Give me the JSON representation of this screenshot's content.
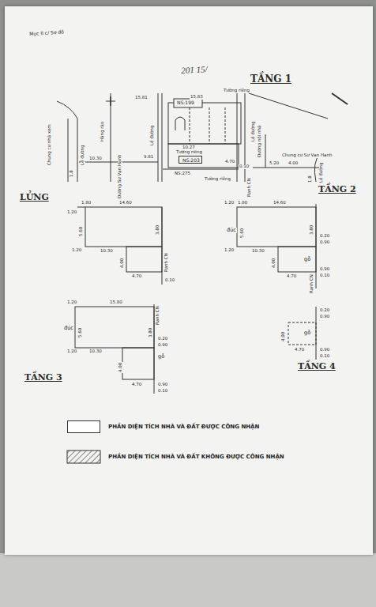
{
  "diagram": {
    "nodes": [
      {
        "text": [
          "NS:203"
        ]
      }
    ],
    "labels": [
      "Mục II c/ Sơ đồ",
      "201 15/",
      "TẦNG 1",
      "Tường riêng",
      "15.83",
      "15.81",
      "NS:199",
      "Tường riêng",
      "10.27",
      "NS:275",
      "Tường riêng",
      "Ranh CN",
      "4.70",
      "0.10",
      "9.81",
      "10.30",
      "Lề đường",
      "Đường Sư Vạn Hạnh",
      "Hàng rào",
      "Chung cư nhà xem",
      "Lề đường",
      "1.8",
      "Lề đường",
      "Đường nội nhà",
      "5.20",
      "4.00",
      "Chung cư Sư Vạn Hạnh",
      "Lề đường",
      "1.8",
      "LỬNG",
      "TẦNG 2",
      "1.80",
      "14.60",
      "1.20",
      "5.60",
      "1.20",
      "10.30",
      "3.80",
      "4.00",
      "4.70",
      "Ranh CN",
      "0.10",
      "1.20",
      "1.80",
      "14.60",
      "đúc",
      "5.60",
      "1.20",
      "10.30",
      "3.80",
      "0.20",
      "0.90",
      "4.00",
      "gỗ",
      "4.70",
      "Ranh CN",
      "0.90",
      "0.10",
      "1.20",
      "15.80",
      "đúc",
      "5.60",
      "1.20",
      "10.30",
      "3.80",
      "Ranh CN",
      "0.20",
      "0.90",
      "gỗ",
      "4.00",
      "4.70",
      "0.90",
      "0.10",
      "TẦNG 3",
      "0.20",
      "0.90",
      "4.00",
      "gỗ",
      "4.70",
      "0.90",
      "0.10",
      "TẦNG 4"
    ],
    "legend": [
      {
        "text": "PHẦN DIỆN TÍCH NHÀ VÀ ĐẤT ĐƯỢC CÔNG NHẬN",
        "color": "#ffffff"
      },
      {
        "text": "PHẦN DIỆN TÍCH NHÀ VÀ ĐẤT KHÔNG ĐƯỢC CÔNG NHẬN"
      }
    ]
  }
}
